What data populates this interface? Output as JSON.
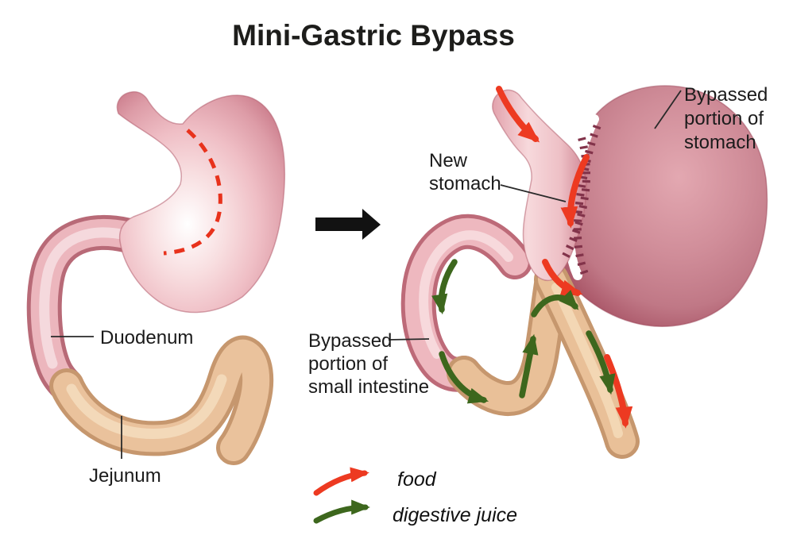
{
  "title": "Mini-Gastric Bypass",
  "panels": {
    "before": {
      "labels": {
        "duodenum": "Duodenum",
        "jejunum": "Jejunum"
      }
    },
    "after": {
      "labels": {
        "new_stomach": {
          "lines": [
            "New",
            "stomach"
          ]
        },
        "bypassed_stomach": {
          "lines": [
            "Bypassed",
            "portion of",
            "stomach"
          ]
        },
        "bypassed_small_intestine": {
          "lines": [
            "Bypassed",
            "portion of",
            "small intestine"
          ]
        }
      }
    }
  },
  "legend": {
    "items": [
      {
        "label": "food",
        "color": "#ed3a21"
      },
      {
        "label": "digestive juice",
        "color": "#3d671d"
      }
    ]
  },
  "colors": {
    "food_arrow": "#ed3a21",
    "juice_arrow": "#3d671d",
    "cut_line": "#e8321c",
    "transition_arrow": "#121212",
    "staple_ticks": "#82334a"
  }
}
